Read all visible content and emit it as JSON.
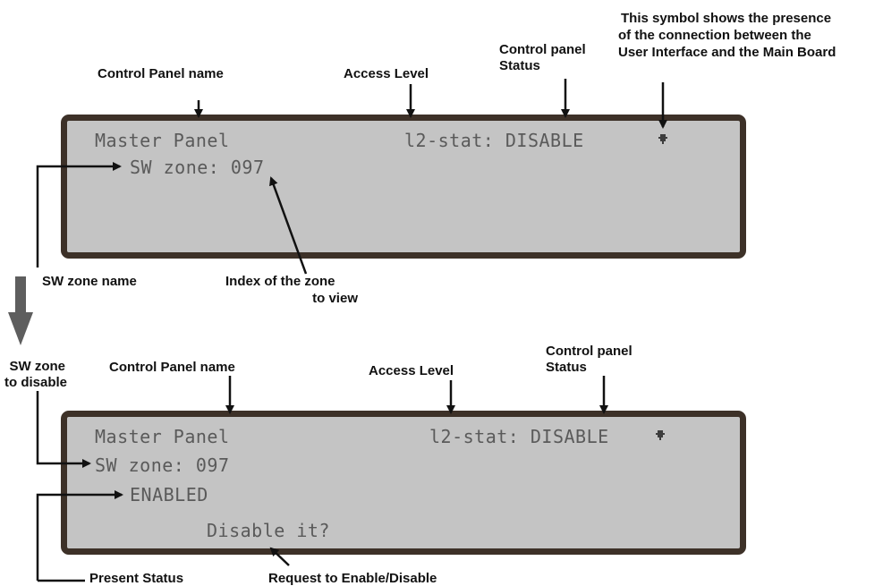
{
  "diagram": {
    "top": {
      "labels": {
        "panel_name": "Control Panel name",
        "access_level": "Access Level",
        "status_line1": "Control panel",
        "status_line2": "Status",
        "symbol_line1": "This symbol shows the presence",
        "symbol_line2": " of  the connection between the",
        "symbol_line3": "User Interface and the Main Board",
        "sw_zone_name": "SW zone name",
        "index_line1": "Index of the zone",
        "index_line2": "to view"
      },
      "lcd": {
        "panel_name": "Master Panel",
        "access_status": "l2-stat: DISABLE",
        "zone": "SW zone: 097"
      }
    },
    "bottom": {
      "labels": {
        "zone_to_disable_line1": "SW zone",
        "zone_to_disable_line2": "to disable",
        "panel_name": "Control Panel name",
        "access_level": "Access Level",
        "status_line1": "Control panel",
        "status_line2": "Status",
        "present_status": "Present  Status",
        "request": "Request to Enable/Disable"
      },
      "lcd": {
        "panel_name": "Master Panel",
        "access_status": "l2-stat: DISABLE",
        "zone": "SW zone: 097",
        "state": "ENABLED",
        "prompt": "Disable it?"
      }
    },
    "colors": {
      "lcd_background": "#c4c4c4",
      "lcd_border": "#3d3128",
      "lcd_text": "#5a5a5a",
      "flow_arrow": "#5e5e5e"
    },
    "icons": {
      "connection_symbol": "connection-icon",
      "flow_arrow": "down-arrow-icon"
    }
  }
}
